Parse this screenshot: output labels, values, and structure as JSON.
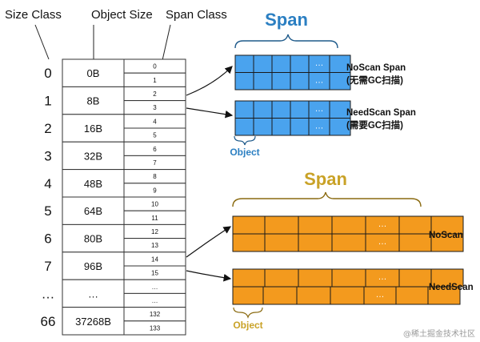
{
  "headers": {
    "size_class": "Size Class",
    "object_size": "Object Size",
    "span_class": "Span Class"
  },
  "rows": [
    {
      "size_class": "0",
      "object_size": "0B",
      "spans": [
        "0",
        "1"
      ]
    },
    {
      "size_class": "1",
      "object_size": "8B",
      "spans": [
        "2",
        "3"
      ]
    },
    {
      "size_class": "2",
      "object_size": "16B",
      "spans": [
        "4",
        "5"
      ]
    },
    {
      "size_class": "3",
      "object_size": "32B",
      "spans": [
        "6",
        "7"
      ]
    },
    {
      "size_class": "4",
      "object_size": "48B",
      "spans": [
        "8",
        "9"
      ]
    },
    {
      "size_class": "5",
      "object_size": "64B",
      "spans": [
        "10",
        "11"
      ]
    },
    {
      "size_class": "6",
      "object_size": "80B",
      "spans": [
        "12",
        "13"
      ]
    },
    {
      "size_class": "7",
      "object_size": "96B",
      "spans": [
        "14",
        "15"
      ]
    },
    {
      "size_class": "…",
      "object_size": "…",
      "spans": [
        "…",
        "…"
      ]
    },
    {
      "size_class": "66",
      "object_size": "37268B",
      "spans": [
        "132",
        "133"
      ]
    }
  ],
  "blue_span": {
    "title": "Span",
    "color": "#4aa3ee",
    "title_color": "#2b7fc2",
    "dots": "…",
    "noscan_label": "NoScan Span",
    "noscan_sub": "(无需GC扫描)",
    "needscan_label": "NeedScan Span",
    "needscan_sub": "(需要GC扫描)",
    "object_label": "Object"
  },
  "orange_span": {
    "title": "Span",
    "color": "#f39a1e",
    "title_color": "#c9a227",
    "dots": "…",
    "noscan_label": "NoScan",
    "needscan_label": "NeedScan",
    "object_label": "Object"
  },
  "watermark": "@稀土掘金技术社区"
}
